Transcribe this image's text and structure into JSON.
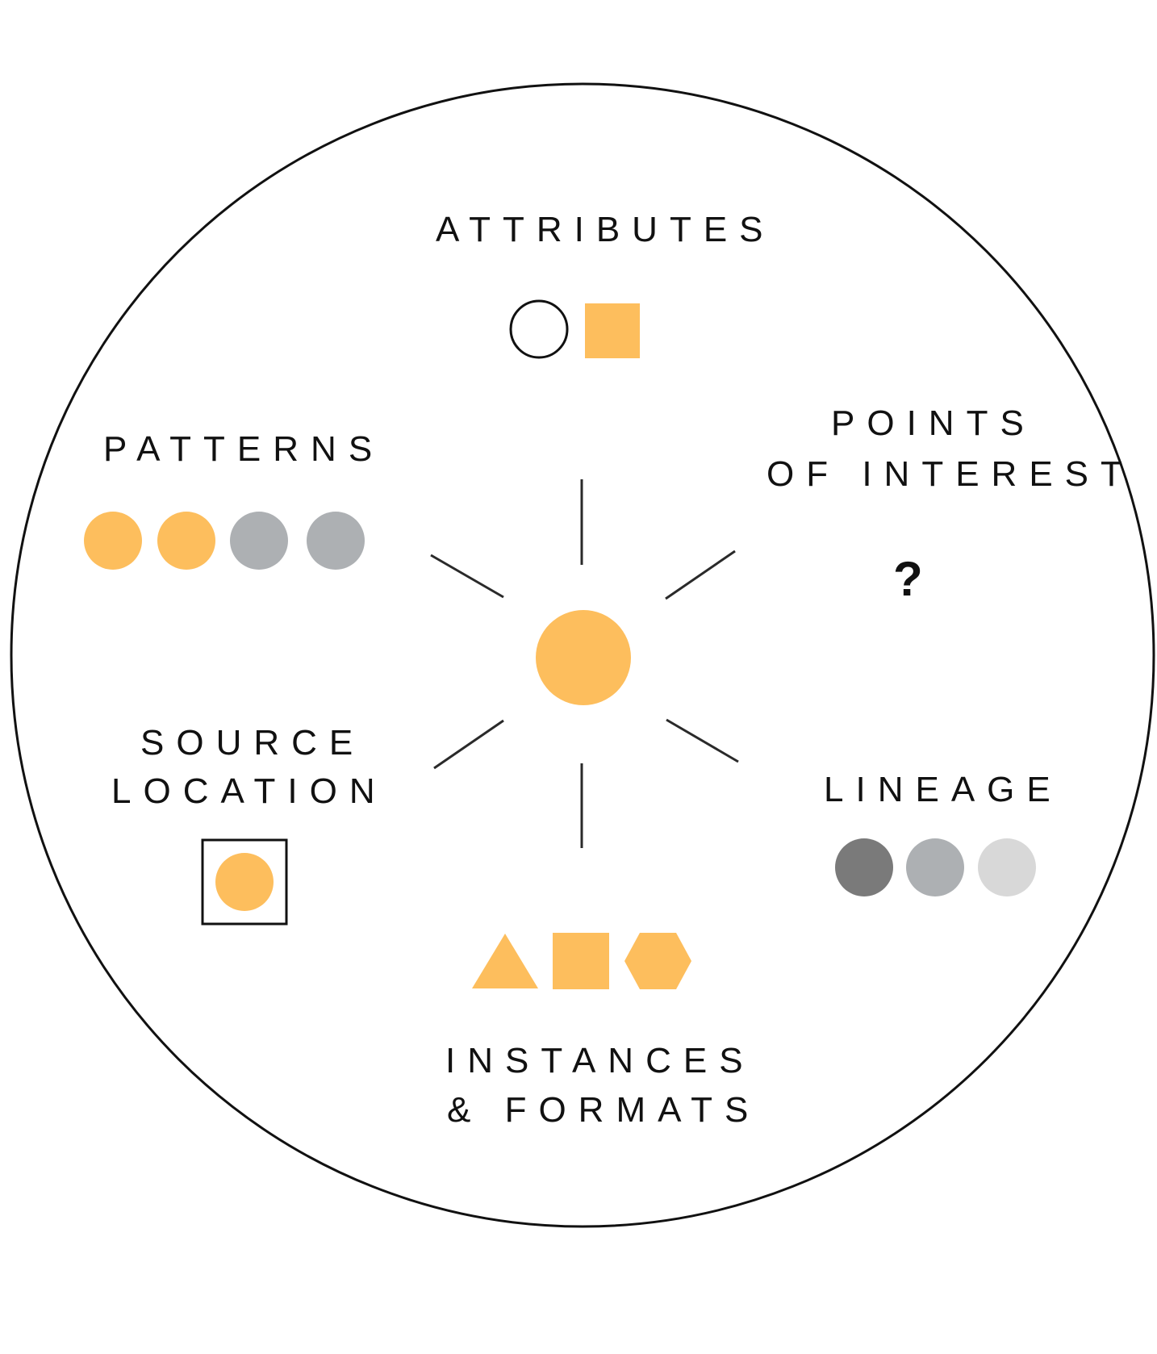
{
  "colors": {
    "accent": "#FDBE5D",
    "outline": "#111111",
    "dark_gray": "#7A7A7A",
    "mid_gray": "#ADB0B3",
    "light_gray": "#D8D8D8"
  },
  "labels": {
    "attributes": "ATTRIBUTES",
    "patterns": "PATTERNS",
    "points_of_interest_line1": "POINTS",
    "points_of_interest_line2": "OF INTEREST",
    "source_location_line1": "SOURCE",
    "source_location_line2": "LOCATION",
    "lineage": "LINEAGE",
    "instances_formats_line1": "INSTANCES",
    "instances_formats_line2": "& FORMATS"
  },
  "points_of_interest_symbol": "?",
  "icons": {
    "attributes": [
      "circle-outline-icon",
      "square-icon"
    ],
    "patterns": [
      "circle-icon",
      "circle-icon",
      "circle-icon",
      "circle-icon"
    ],
    "lineage": [
      "circle-icon",
      "circle-icon",
      "circle-icon"
    ],
    "instances_formats": [
      "triangle-icon",
      "square-icon",
      "hexagon-icon"
    ],
    "source_location": [
      "boxed-circle-icon"
    ]
  }
}
